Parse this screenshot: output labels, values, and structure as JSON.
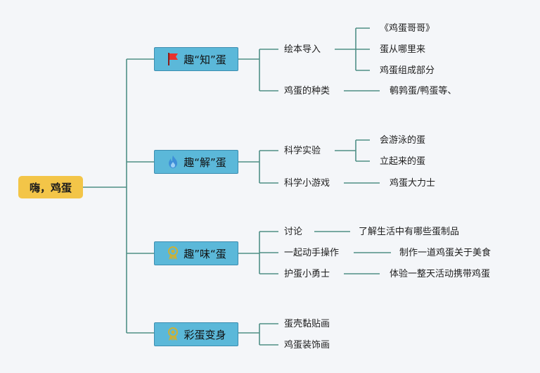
{
  "root": "嗨，鸡蛋",
  "branches": [
    {
      "label": "趣“知”蛋",
      "icon": "red-flag-icon",
      "children": [
        {
          "label": "绘本导入",
          "children": [
            "《鸡蛋哥哥》",
            "蛋从哪里来",
            "鸡蛋组成部分"
          ]
        },
        {
          "label": "鸡蛋的种类",
          "children": [
            "鹌鹑蛋/鸭蛋等、"
          ]
        }
      ]
    },
    {
      "label": "趣“解”蛋",
      "icon": "fire-icon",
      "children": [
        {
          "label": "科学实验",
          "children": [
            "会游泳的蛋",
            "立起来的蛋"
          ]
        },
        {
          "label": "科学小游戏",
          "children": [
            "鸡蛋大力士"
          ]
        }
      ]
    },
    {
      "label": "趣”味“蛋",
      "icon": "award-ribbon-icon",
      "children": [
        {
          "label": "讨论",
          "children": [
            "了解生活中有哪些蛋制品"
          ]
        },
        {
          "label": "一起动手操作",
          "children": [
            "制作一道鸡蛋关于美食"
          ]
        },
        {
          "label": "护蛋小勇士",
          "children": [
            "体验一整天活动携带鸡蛋"
          ]
        }
      ]
    },
    {
      "label": "彩蛋变身",
      "icon": "award-ribbon-icon",
      "children": [
        {
          "label": "蛋壳黏贴画",
          "children": []
        },
        {
          "label": "鸡蛋装饰画",
          "children": []
        }
      ]
    }
  ],
  "colors": {
    "line": "#4f8f86",
    "root_fill": "#f3c548",
    "branch_fill": "#5bb8d9",
    "flag": "#e8322c",
    "fire": "#3e8fd8",
    "ribbon": "#c9b13a"
  }
}
